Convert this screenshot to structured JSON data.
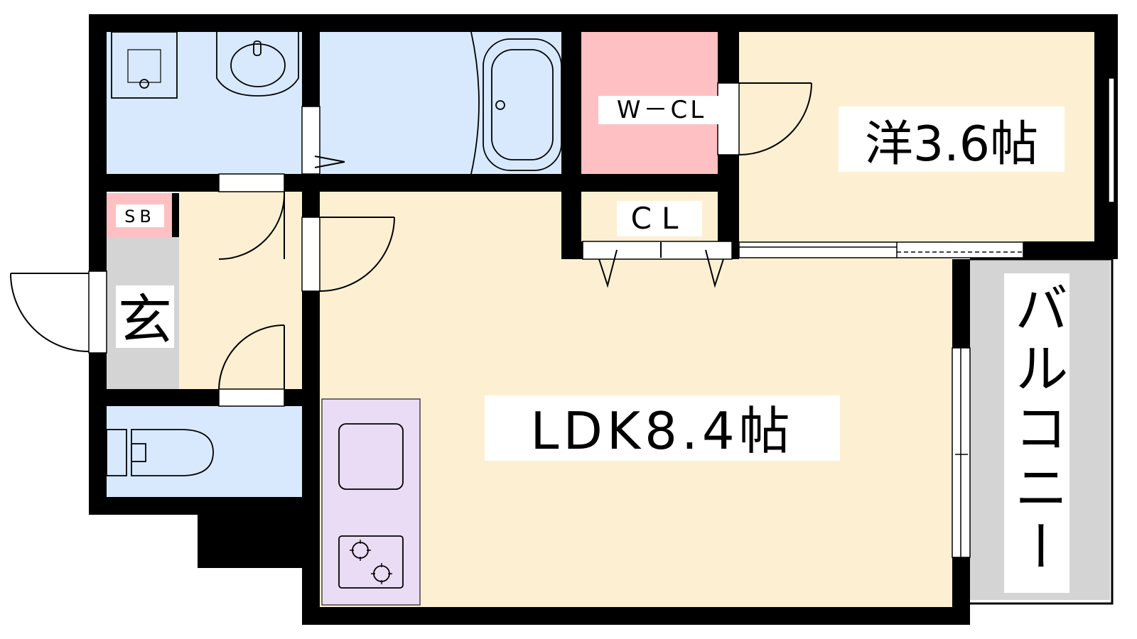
{
  "rooms": {
    "western": "洋3.6帖",
    "ldk": "LDK8.4帖",
    "balcony": "バルコニー",
    "entrance": "玄",
    "walk_in_closet": "W－CL",
    "closet": "CL",
    "shoe_box": "SB"
  },
  "colors": {
    "wall": "#000000",
    "living_floor": "#fdf0d2",
    "wet_area": "#d8e9fd",
    "closet": "#ffc0c3",
    "kitchen": "#eadcf5",
    "entrance_floor": "#d4d4d4",
    "balcony": "#d4d4d4"
  }
}
